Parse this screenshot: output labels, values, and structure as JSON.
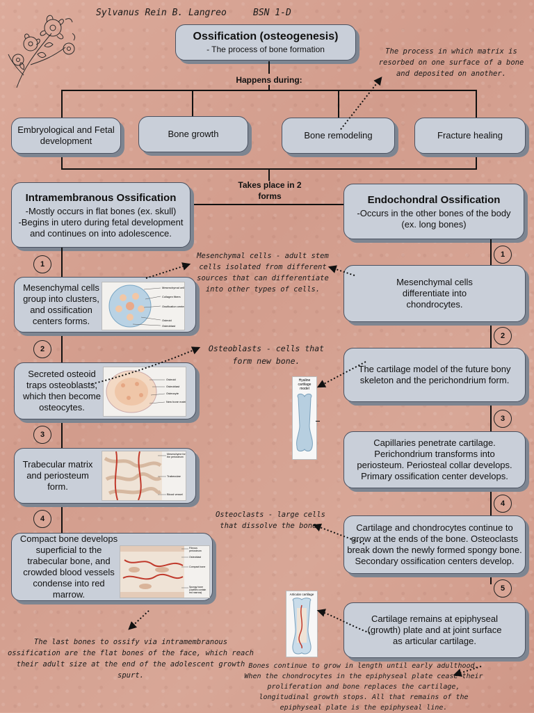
{
  "header": {
    "author": "Sylvanus Rein B. Langreo",
    "course": "BSN 1-D"
  },
  "title": {
    "main": "Ossification (osteogenesis)",
    "sub": "- The process of bone formation"
  },
  "happens_label": "Happens during:",
  "occasions": [
    "Embryological and Fetal development",
    "Bone growth",
    "Bone remodeling",
    "Fracture healing"
  ],
  "remodeling_note": "The process in which matrix is resorbed on one surface of a bone and deposited on another.",
  "forms_label": "Takes place in 2 forms",
  "intra": {
    "title": "Intramembranous Ossification",
    "desc": "-Mostly occurs in flat bones (ex. skull)\n-Begins in utero during fetal development and continues on into adolescence.",
    "steps": [
      "Mesenchymal cells group into clusters, and ossification centers forms.",
      "Secreted osteoid traps osteoblasts, which then become osteocytes.",
      "Trabecular matrix and periosteum form.",
      "Compact bone develops superficial to the trabecular bone, and crowded blood vessels condense into red marrow."
    ],
    "numbers": [
      "1",
      "2",
      "3",
      "4"
    ],
    "thumb_labels": [
      [
        "Mesenchymal cells",
        "Collagen fibers",
        "Ossification center",
        "Osteoid",
        "Osteoblast"
      ],
      [
        "Osteoid",
        "Osteoblast",
        "Osteocyte",
        "New bone matrix"
      ],
      [
        "Mesenchyme forms the periosteum",
        "Trabeculae",
        "Blood vessel"
      ],
      [
        "Fibrous periosteum",
        "Osteoblast",
        "Compact bone",
        "Spongy bone (cavities contain red marrow)"
      ]
    ],
    "final_note": "The last bones to ossify via intramembranous ossification are the flat bones of the face, which reach their adult size at the end of the adolescent growth spurt."
  },
  "endo": {
    "title": "Endochondral Ossification",
    "desc": "-Occurs in the other bones of the body (ex. long bones)",
    "steps": [
      "Mesenchymal cells differentiate into chondrocytes.",
      "The cartilage model of the future bony skeleton and the perichondrium form.",
      "Capillaries penetrate cartilage. Perichondrium transforms into periosteum. Periosteal collar develops. Primary ossification center develops.",
      "Cartilage and chondrocytes continue to grow at the ends of the bone. Osteoclasts break down the newly formed spongy bone. Secondary ossification centers develop.",
      "Cartilage remains at epiphyseal (growth) plate and at joint surface as articular cartilage."
    ],
    "numbers": [
      "1",
      "2",
      "3",
      "4",
      "5"
    ],
    "cartilage_label": "Hyaline cartilage model",
    "articular_label": "Articular cartilage",
    "final_note": "Bones continue to grow in length until early adulthood. When the chondrocytes in the epiphyseal plate cease their proliferation and bone replaces the cartilage, longitudinal growth stops. All that remains of the epiphyseal plate is the epiphyseal line."
  },
  "notes": {
    "mesenchymal": "Mesenchymal cells - adult stem cells isolated from different sources that can differentiate into other types of cells.",
    "osteoblasts": "Osteoblasts - cells that form new bone.",
    "osteoclasts": "Osteoclasts - large cells that dissolve the bone."
  },
  "colors": {
    "background": "#d9a595",
    "box": "#c9cfd9",
    "shadow": "#7d8591",
    "vessel": "#c0392b"
  }
}
